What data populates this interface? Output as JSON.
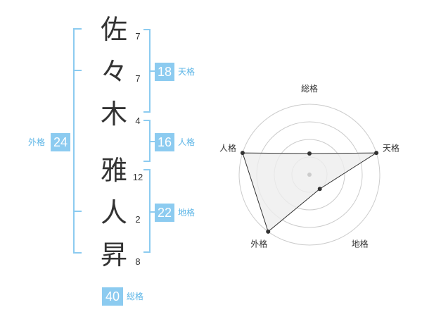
{
  "name_chars": [
    {
      "char": "佐",
      "strokes": "7"
    },
    {
      "char": "々",
      "strokes": "7"
    },
    {
      "char": "木",
      "strokes": "4"
    },
    {
      "char": "雅",
      "strokes": "12"
    },
    {
      "char": "人",
      "strokes": "2"
    },
    {
      "char": "昇",
      "strokes": "8"
    }
  ],
  "kaku": {
    "tenkaku": {
      "label": "天格",
      "value": "18"
    },
    "jinkaku": {
      "label": "人格",
      "value": "16"
    },
    "chikaku": {
      "label": "地格",
      "value": "22"
    },
    "gaikaku": {
      "label": "外格",
      "value": "24"
    },
    "soukaku": {
      "label": "総格",
      "value": "40"
    }
  },
  "chart_data": {
    "type": "radar",
    "axes": [
      "総格",
      "天格",
      "地格",
      "外格",
      "人格"
    ],
    "values": [
      0.3,
      1.0,
      0.25,
      1.0,
      1.0
    ],
    "scale_rings": 4,
    "fill_color": "#eeeeee",
    "line_color": "#333333",
    "grid_color": "#cccccc"
  },
  "colors": {
    "accent": "#8ccbf0",
    "accent_text": "#5ab4e6",
    "kanji": "#333333"
  }
}
